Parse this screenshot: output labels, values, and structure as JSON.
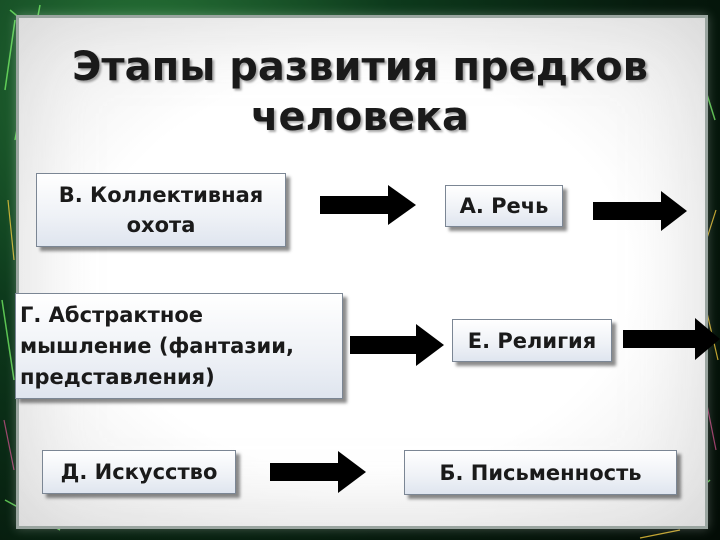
{
  "slide": {
    "title_line1": "Этапы развития предков",
    "title_line2": "человека"
  },
  "boxes": {
    "b_collective_hunt": "В. Коллективная охота",
    "a_speech": "А. Речь",
    "g_abstract_thinking": "Г. Абстрактное мышление (фантазии, представления)",
    "e_religion": "Е. Религия",
    "d_art": "Д. Искусство",
    "b_writing": "Б. Письменность"
  },
  "colors": {
    "arrow": "#000000",
    "box_border": "#7b8694",
    "title_text": "#1a1a1a",
    "frame_border": "#9aa5a0"
  }
}
